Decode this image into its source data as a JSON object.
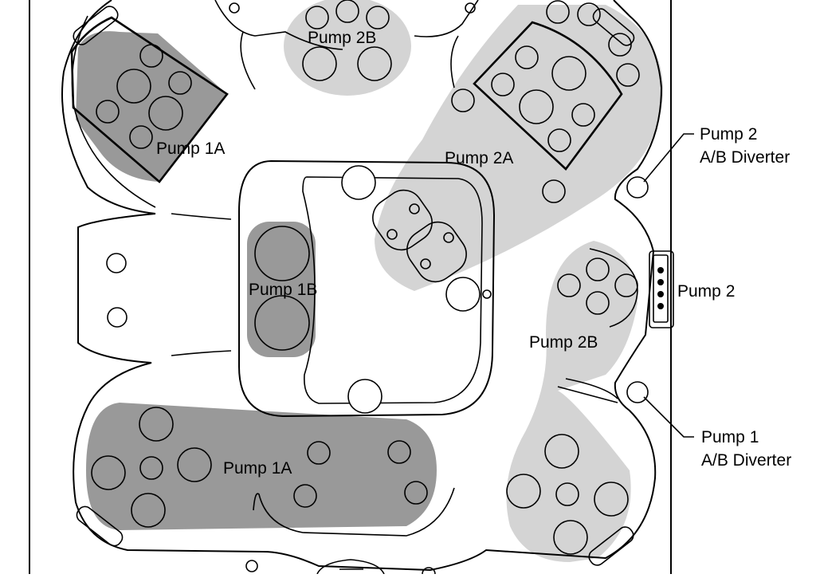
{
  "diagram": {
    "zones": {
      "pump_2b_top": "Pump 2B",
      "pump_1a_left_seat": "Pump 1A",
      "pump_2a": "Pump 2A",
      "pump_1b": "Pump 1B",
      "pump_2b_right": "Pump 2B",
      "pump_1a_lounger": "Pump 1A"
    },
    "callouts": {
      "pump2_diverter_line1": "Pump 2",
      "pump2_diverter_line2": "A/B Diverter",
      "pump2": "Pump 2",
      "pump1_diverter_line1": "Pump 1",
      "pump1_diverter_line2": "A/B Diverter"
    },
    "colors": {
      "light_zone": "#d4d4d4",
      "dark_zone": "#999999",
      "outline": "#000000"
    }
  }
}
